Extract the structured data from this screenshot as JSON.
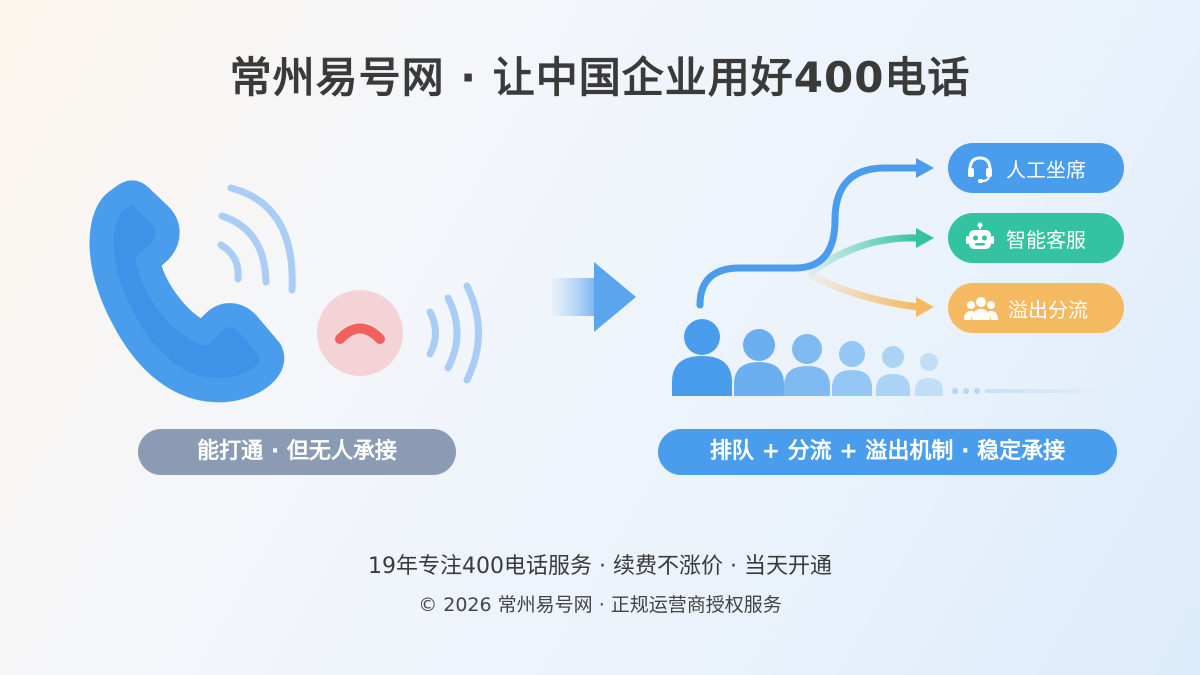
{
  "title": "常州易号网 · 让中国企业用好400电话",
  "left": {
    "caption": "能打通 · 但无人承接",
    "icons": [
      "phone-handset-icon",
      "hang-up-icon",
      "sound-wave-icon"
    ]
  },
  "right": {
    "caption": "排队 + 分流 + 溢出机制 · 稳定承接",
    "destinations": [
      {
        "label": "人工坐席",
        "icon": "headset-icon",
        "color": "#4a9ded"
      },
      {
        "label": "智能客服",
        "icon": "robot-icon",
        "color": "#34c3a0"
      },
      {
        "label": "溢出分流",
        "icon": "group-icon",
        "color": "#f5b961"
      }
    ],
    "queue_icon": "people-queue-icon"
  },
  "footer": {
    "line1": "19年专注400电话服务 · 续费不涨价 · 当天开通",
    "line2": "© 2026 常州易号网 · 正规运营商授权服务"
  },
  "colors": {
    "accent_blue": "#4a9ded",
    "accent_teal": "#34c3a0",
    "accent_orange": "#f5b961",
    "hangup_red": "#f0615c",
    "muted_slate": "#8b9bb4"
  }
}
